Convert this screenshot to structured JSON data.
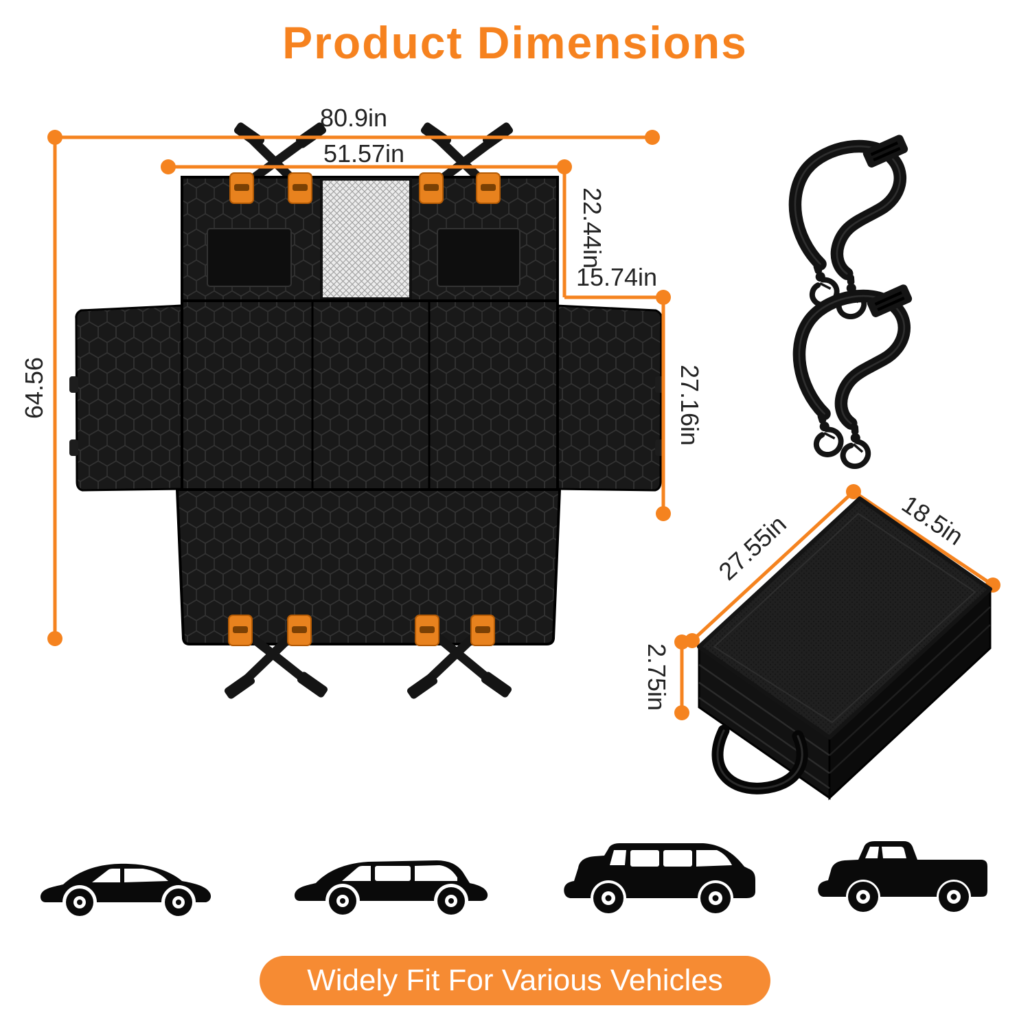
{
  "title": "Product Dimensions",
  "banner": "Widely Fit For Various Vehicles",
  "colors": {
    "accent": "#F5831F",
    "banner": "#F68B33",
    "product_black": "#191919",
    "text": "#232323"
  },
  "dimensions": {
    "outer_width": "80.9in",
    "inner_width": "51.57in",
    "backrest_height": "22.44in",
    "side_flap_width": "15.74in",
    "side_flap_height": "27.16in",
    "total_length": "64.56"
  },
  "folded": {
    "length": "27.55in",
    "width": "18.5in",
    "thickness": "2.75in"
  },
  "icons": {
    "tether_straps": [
      "tether-strap-icon",
      "tether-strap-icon"
    ],
    "vehicles": [
      "sedan-icon",
      "wagon-icon",
      "suv-icon",
      "pickup-truck-icon"
    ]
  }
}
